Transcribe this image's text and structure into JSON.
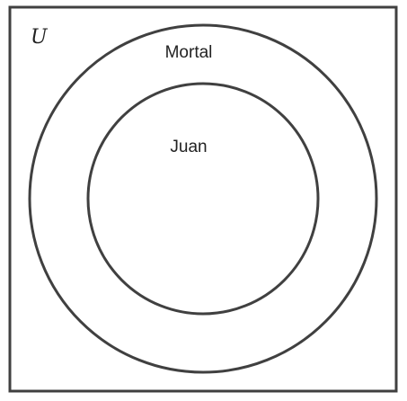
{
  "diagram": {
    "type": "euler",
    "universe": {
      "label": "U"
    },
    "sets": [
      {
        "label": "Mortal",
        "contains": "Juan"
      },
      {
        "label": "Juan"
      }
    ],
    "stroke_color": "#404040",
    "text_color": "#222222"
  }
}
